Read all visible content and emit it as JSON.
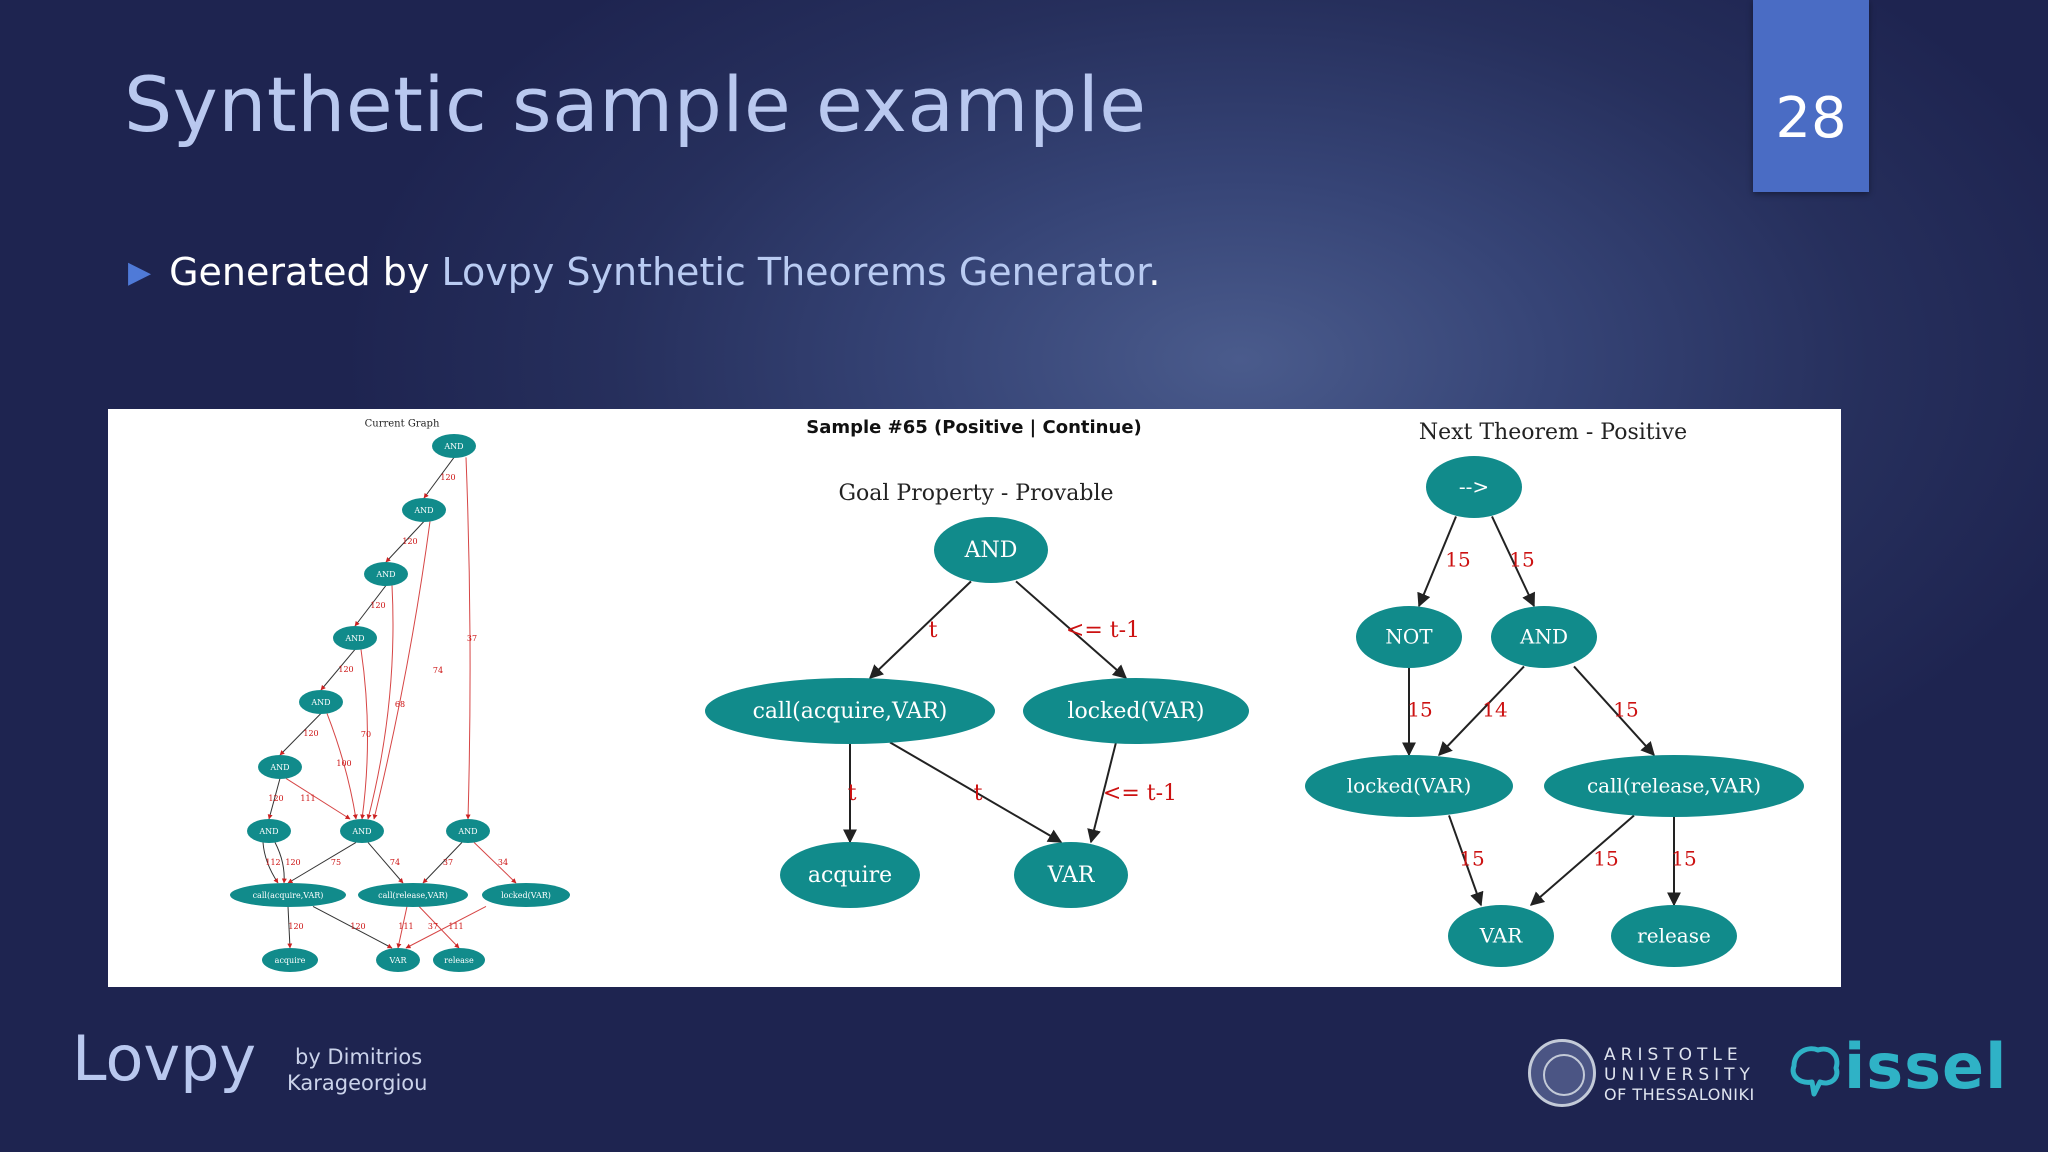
{
  "slide": {
    "title": "Synthetic sample example",
    "page_number": "28",
    "bullet_prefix": "Generated by ",
    "bullet_highlight": "Lovpy Synthetic Theorems Generator",
    "bullet_suffix": "."
  },
  "footer": {
    "brand": "Lovpy",
    "author_line1": "by Dimitrios",
    "author_line2": "Karageorgiou",
    "university_line1": "ARISTOTLE",
    "university_line2": "UNIVERSITY",
    "university_line3": "OF THESSALONIKI",
    "lab": "issel"
  },
  "figure": {
    "main_title": "Sample #65 (Positive | Continue)",
    "colors": {
      "node_fill": "#118b8b",
      "edge_label": "#cc1111",
      "edge": "#222222"
    },
    "current_graph": {
      "title": "Current Graph",
      "nodes": [
        {
          "id": "a1",
          "label": "AND"
        },
        {
          "id": "a2",
          "label": "AND"
        },
        {
          "id": "a3",
          "label": "AND"
        },
        {
          "id": "a4",
          "label": "AND"
        },
        {
          "id": "a5",
          "label": "AND"
        },
        {
          "id": "a6",
          "label": "AND"
        },
        {
          "id": "a7",
          "label": "AND"
        },
        {
          "id": "a8",
          "label": "AND"
        },
        {
          "id": "a9",
          "label": "AND"
        },
        {
          "id": "cacq",
          "label": "call(acquire,VAR)"
        },
        {
          "id": "crel",
          "label": "call(release,VAR)"
        },
        {
          "id": "lk",
          "label": "locked(VAR)"
        },
        {
          "id": "acq",
          "label": "acquire"
        },
        {
          "id": "var",
          "label": "VAR"
        },
        {
          "id": "rel",
          "label": "release"
        }
      ],
      "edges": [
        {
          "from": "a1",
          "to": "a2",
          "label": "120"
        },
        {
          "from": "a2",
          "to": "a3",
          "label": "120"
        },
        {
          "from": "a3",
          "to": "a4",
          "label": "120"
        },
        {
          "from": "a4",
          "to": "a5",
          "label": "120"
        },
        {
          "from": "a5",
          "to": "a6",
          "label": "120"
        },
        {
          "from": "a6",
          "to": "a7",
          "label": "120"
        },
        {
          "from": "a1",
          "to": "a9",
          "label": "37"
        },
        {
          "from": "a2",
          "to": "a8",
          "label": "74"
        },
        {
          "from": "a3",
          "to": "a8",
          "label": "68"
        },
        {
          "from": "a4",
          "to": "a8",
          "label": "70"
        },
        {
          "from": "a5",
          "to": "a8",
          "label": "100"
        },
        {
          "from": "a6",
          "to": "a8",
          "label": "111"
        },
        {
          "from": "a7",
          "to": "cacq",
          "label": "112"
        },
        {
          "from": "a7",
          "to": "cacq",
          "label": "120"
        },
        {
          "from": "a8",
          "to": "cacq",
          "label": "75"
        },
        {
          "from": "a8",
          "to": "crel",
          "label": "74"
        },
        {
          "from": "a9",
          "to": "crel",
          "label": "37"
        },
        {
          "from": "a9",
          "to": "lk",
          "label": "34"
        },
        {
          "from": "cacq",
          "to": "acq",
          "label": "120"
        },
        {
          "from": "cacq",
          "to": "var",
          "label": "120"
        },
        {
          "from": "crel",
          "to": "var",
          "label": "111"
        },
        {
          "from": "crel",
          "to": "rel",
          "label": "111"
        },
        {
          "from": "lk",
          "to": "var",
          "label": "37"
        }
      ]
    },
    "goal": {
      "title": "Goal Property - Provable",
      "nodes": [
        {
          "id": "and",
          "label": "AND"
        },
        {
          "id": "call",
          "label": "call(acquire,VAR)"
        },
        {
          "id": "locked",
          "label": "locked(VAR)"
        },
        {
          "id": "acq",
          "label": "acquire"
        },
        {
          "id": "var",
          "label": "VAR"
        }
      ],
      "edges": [
        {
          "from": "and",
          "to": "call",
          "label": "t"
        },
        {
          "from": "and",
          "to": "locked",
          "label": "<= t-1"
        },
        {
          "from": "call",
          "to": "acq",
          "label": "t"
        },
        {
          "from": "call",
          "to": "var",
          "label": "t"
        },
        {
          "from": "locked",
          "to": "var",
          "label": "<= t-1"
        }
      ]
    },
    "next": {
      "title": "Next Theorem - Positive",
      "nodes": [
        {
          "id": "imp",
          "label": "-->"
        },
        {
          "id": "not",
          "label": "NOT"
        },
        {
          "id": "and",
          "label": "AND"
        },
        {
          "id": "locked",
          "label": "locked(VAR)"
        },
        {
          "id": "call",
          "label": "call(release,VAR)"
        },
        {
          "id": "var",
          "label": "VAR"
        },
        {
          "id": "rel",
          "label": "release"
        }
      ],
      "edges": [
        {
          "from": "imp",
          "to": "not",
          "label": "15"
        },
        {
          "from": "imp",
          "to": "and",
          "label": "15"
        },
        {
          "from": "not",
          "to": "locked",
          "label": "15"
        },
        {
          "from": "and",
          "to": "locked",
          "label": "14"
        },
        {
          "from": "and",
          "to": "call",
          "label": "15"
        },
        {
          "from": "locked",
          "to": "var",
          "label": "15"
        },
        {
          "from": "call",
          "to": "var",
          "label": "15"
        },
        {
          "from": "call",
          "to": "rel",
          "label": "15"
        }
      ]
    }
  }
}
